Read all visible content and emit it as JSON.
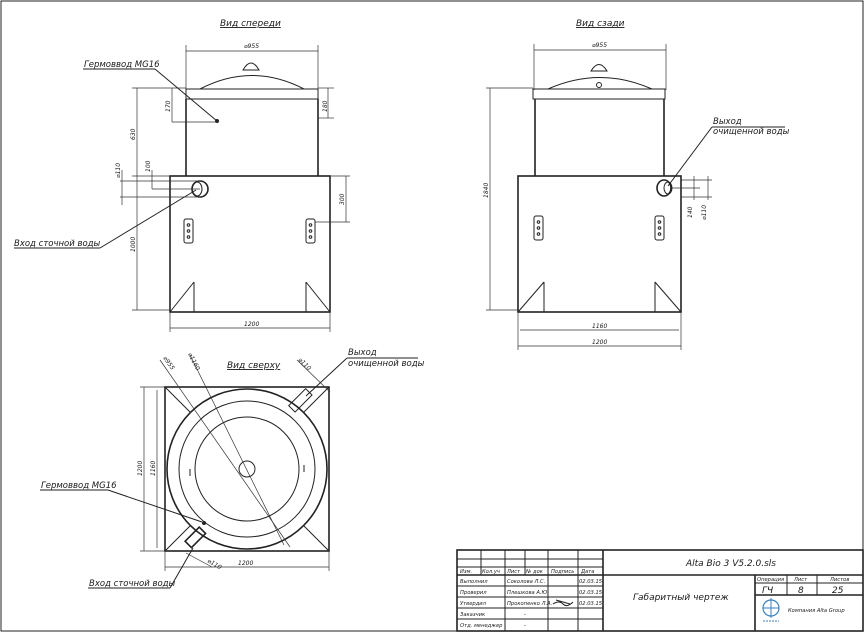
{
  "views": {
    "front": {
      "title": "Вид спереди",
      "dims": {
        "diameter": "⌀955",
        "height_total": "630",
        "lid_offset": "170",
        "cap": "180",
        "pipe_d": "⌀110",
        "pipe_off": "100",
        "neck": "300",
        "body": "1000",
        "width": "1200"
      },
      "labels": {
        "gland": "Гермоввод MG16",
        "inlet": "Вход сточной воды"
      }
    },
    "rear": {
      "title": "Вид сзади",
      "dims": {
        "diameter": "⌀955",
        "height_total": "1840",
        "pipe_off": "140",
        "pipe_d": "⌀110",
        "inner_width": "1160",
        "width": "1200"
      },
      "labels": {
        "outlet_line1": "Выход",
        "outlet_line2": "очищенной воды"
      }
    },
    "top": {
      "title": "Вид сверху",
      "dims": {
        "d_inner": "⌀955",
        "d_outer": "⌀1160",
        "pipe_out": "⌀110",
        "pipe_in": "⌀110",
        "side_outer": "1200",
        "side_inner": "1160",
        "width": "1200"
      },
      "labels": {
        "outlet_line1": "Выход",
        "outlet_line2": "очищенной воды",
        "gland": "Гермоввод MG16",
        "inlet": "Вход сточной воды"
      }
    }
  },
  "title_block": {
    "headers": [
      "Изм.",
      "Кол.уч",
      "Лист",
      "№ док",
      "Подпись",
      "Дата"
    ],
    "rows": [
      {
        "role": "Выполнил",
        "name": "Соколова Л.С.",
        "date": "02.03.15"
      },
      {
        "role": "Проверил",
        "name": "Плешкова А.Ю.",
        "date": "02.03.15"
      },
      {
        "role": "Утвердил",
        "name": "Прокопенко Л.А.",
        "date": "02.03.15"
      },
      {
        "role": "Заказчик",
        "name": "-",
        "date": ""
      },
      {
        "role": "Отд. менеджер",
        "name": "-",
        "date": ""
      }
    ],
    "file_name": "Alta Bio 3 V5.2.0.sls",
    "drawing_name": "Габаритный чертеж",
    "stage_label": "Операция",
    "stage_value": "ГЧ",
    "sheet_label": "Лист",
    "sheet_value": "8",
    "sheets_label": "Листов",
    "sheets_value": "25",
    "company": "Компания Alta Group"
  },
  "colors": {
    "ink": "#222222",
    "paper": "#ffffff",
    "logo": "#3a7fc0"
  }
}
